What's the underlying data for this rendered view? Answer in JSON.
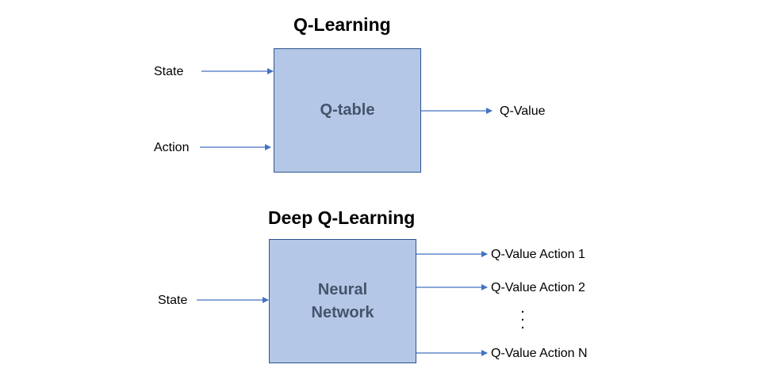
{
  "colors": {
    "box_fill": "#b4c7e7",
    "box_border": "#2f528f",
    "box_text": "#44546a",
    "arrow": "#4472c4"
  },
  "q_learning": {
    "title": "Q-Learning",
    "box_label": "Q-table",
    "input_state": "State",
    "input_action": "Action",
    "output": "Q-Value"
  },
  "deep_q_learning": {
    "title": "Deep Q-Learning",
    "box_label": "Neural\nNetwork",
    "input_state": "State",
    "outputs": [
      "Q-Value Action 1",
      "Q-Value Action 2",
      "Q-Value Action N"
    ],
    "ellipsis": ".\n.\n."
  }
}
